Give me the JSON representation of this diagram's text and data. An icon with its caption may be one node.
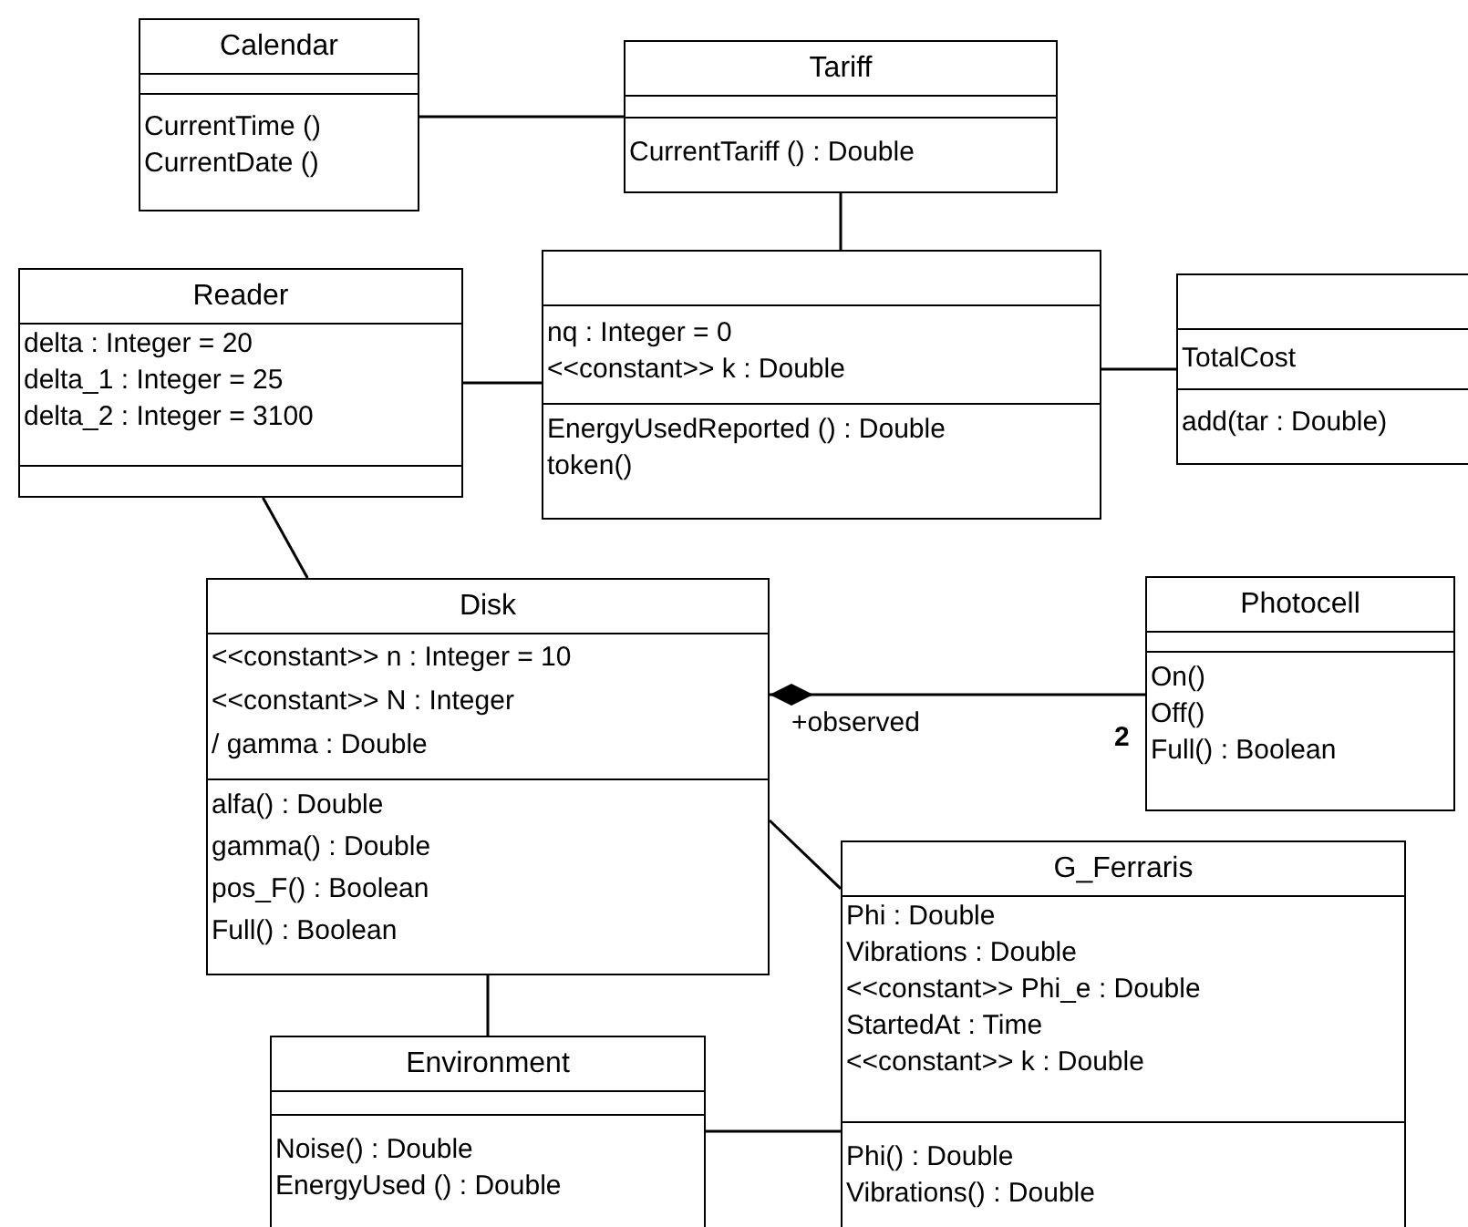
{
  "diagram": {
    "nodes": [
      {
        "text": [
          "Calendar"
        ]
      },
      {
        "text": [],
        "shape": "box",
        "in": 0
      },
      {
        "text": [
          "CurrentTime ()",
          "CurrentDate ()"
        ],
        "in": 0
      },
      {
        "text": [
          "Tariff"
        ]
      },
      {
        "text": [],
        "shape": "box",
        "in": 3
      },
      {
        "text": [
          "CurrentTariff () : Double"
        ],
        "in": 3
      },
      {
        "text": [
          "Reader"
        ]
      },
      {
        "text": [
          "delta : Integer = 20",
          "delta_1 : Integer = 25",
          "delta_2 : Integer = 3100"
        ],
        "in": 6
      },
      {
        "text": [],
        "shape": "box",
        "in": 6
      },
      {
        "text": [],
        "shape": "box"
      },
      {
        "text": [
          "nq : Integer = 0",
          "<<constant>> k : Double"
        ],
        "in": 9
      },
      {
        "text": [
          "EnergyUsedReported () : Double",
          "token()"
        ],
        "in": 9
      },
      {
        "text": [],
        "shape": "box"
      },
      {
        "text": [
          "TotalCost"
        ],
        "in": 12
      },
      {
        "text": [
          "add(tar : Double)"
        ],
        "in": 12
      },
      {
        "text": [
          "Disk"
        ]
      },
      {
        "text": [
          "<<constant>> n : Integer = 10",
          "<<constant>> N : Integer",
          "/ gamma : Double"
        ],
        "in": 15
      },
      {
        "text": [
          "alfa() : Double",
          "gamma() : Double",
          "pos_F() : Boolean",
          "Full() : Boolean"
        ],
        "in": 15
      },
      {
        "text": [
          "Photocell"
        ]
      },
      {
        "text": [],
        "shape": "box",
        "in": 18
      },
      {
        "text": [
          "On()",
          "Off()",
          "Full() : Boolean"
        ],
        "in": 18
      },
      {
        "text": [
          "G_Ferraris"
        ]
      },
      {
        "text": [
          "Phi : Double",
          "Vibrations : Double",
          "<<constant>> Phi_e : Double",
          "StartedAt  : Time",
          "<<constant>> k : Double"
        ],
        "in": 21
      },
      {
        "text": [
          "Phi() : Double",
          "Vibrations() : Double"
        ],
        "in": 21
      },
      {
        "text": [
          "Environment"
        ]
      },
      {
        "text": [],
        "shape": "box",
        "in": 24
      },
      {
        "text": [
          "Noise() : Double",
          "EnergyUsed () : Double"
        ],
        "in": 24
      }
    ],
    "edges": [
      {
        "from": 0,
        "to": 3,
        "arrow": "none"
      },
      {
        "from": 3,
        "to": 9,
        "arrow": "none"
      },
      {
        "from": 6,
        "to": 9,
        "arrow": "none"
      },
      {
        "from": 9,
        "to": 12,
        "arrow": "none"
      },
      {
        "from": 6,
        "to": 15,
        "arrow": "none"
      },
      {
        "from": 15,
        "to": 18,
        "arrow": "other",
        "label": "+observed"
      },
      {
        "from": 15,
        "to": 21,
        "arrow": "none"
      },
      {
        "from": 15,
        "to": 24,
        "arrow": "none"
      },
      {
        "from": 24,
        "to": 21,
        "arrow": "none"
      }
    ],
    "labels": [
      "2"
    ]
  }
}
